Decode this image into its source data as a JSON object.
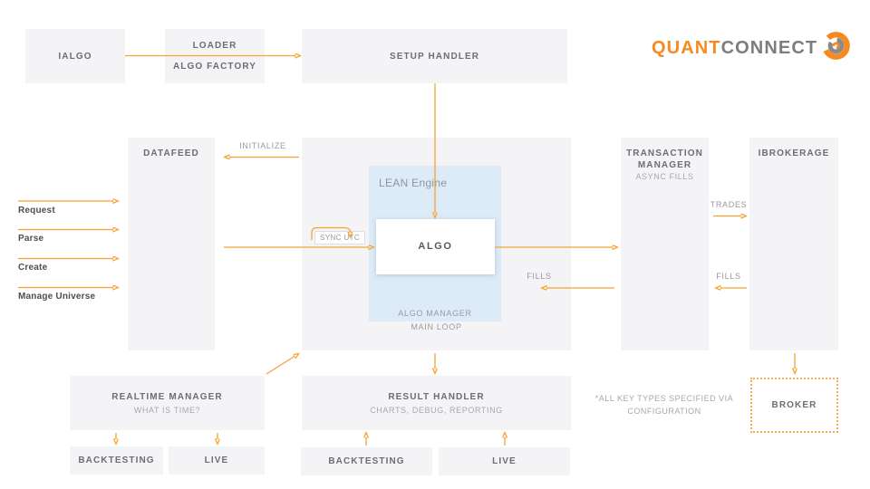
{
  "logo": {
    "quant": "QUANT",
    "connect": "CONNECT"
  },
  "nodes": {
    "ialgo": {
      "title": "IALGO"
    },
    "loader": {
      "line1": "LOADER",
      "line2": "ALGO FACTORY"
    },
    "setup_handler": {
      "title": "SETUP HANDLER"
    },
    "datafeed": {
      "title": "DATAFEED"
    },
    "lean_engine": {
      "label": "LEAN Engine"
    },
    "algo": {
      "title": "ALGO"
    },
    "algo_manager": {
      "label": "ALGO MANAGER"
    },
    "main_loop": {
      "label": "MAIN LOOP"
    },
    "transaction_manager": {
      "line1": "TRANSACTION",
      "line2": "MANAGER",
      "subtitle": "ASYNC FILLS"
    },
    "ibrokerage": {
      "title": "IBROKERAGE"
    },
    "realtime_manager": {
      "title": "REALTIME MANAGER",
      "subtitle": "WHAT IS TIME?"
    },
    "backtesting_left": {
      "title": "BACKTESTING"
    },
    "live_left": {
      "title": "LIVE"
    },
    "result_handler": {
      "title": "RESULT HANDLER",
      "subtitle": "CHARTS, DEBUG, REPORTING"
    },
    "backtesting_center": {
      "title": "BACKTESTING"
    },
    "live_center": {
      "title": "LIVE"
    },
    "broker": {
      "title": "BROKER"
    }
  },
  "edge_labels": {
    "initialize": "INITIALIZE",
    "request": "Request",
    "parse": "Parse",
    "create": "Create",
    "manage_universe": "Manage Universe",
    "sync_utc": "SYNC UTC",
    "fills_center": "FILLS",
    "trades": "TRADES",
    "fills_right": "FILLS"
  },
  "footnote": {
    "line1": "*ALL KEY TYPES SPECIFIED VIA",
    "line2": "CONFIGURATION"
  },
  "colors": {
    "arrow_orange": "#F5A333",
    "logo_orange": "#F6891F",
    "logo_gray": "#7D7D7D",
    "node_fill": "#F4F4F6",
    "lean_engine_fill": "#DDEBF8",
    "title_text": "#6D6D72",
    "subtitle_text": "#A7A7AE",
    "broker_border": "#F5AD4E"
  }
}
